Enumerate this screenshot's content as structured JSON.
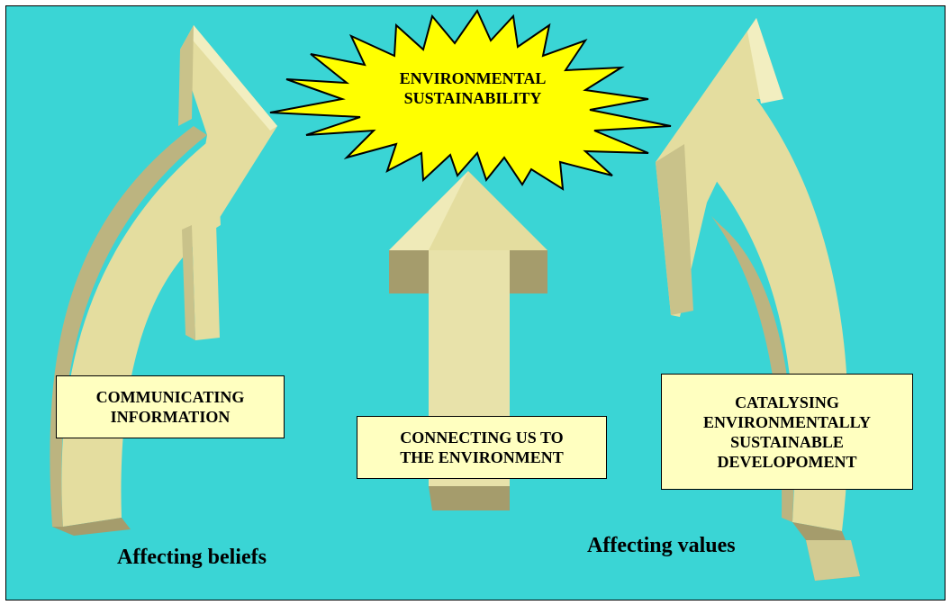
{
  "burst": {
    "line1": "ENVIRONMENTAL",
    "line2": "SUSTAINABILITY"
  },
  "left_box": {
    "line1": "COMMUNICATING",
    "line2": "INFORMATION"
  },
  "center_box": {
    "line1": "CONNECTING US TO",
    "line2": "THE ENVIRONMENT"
  },
  "right_box": {
    "line1": "CATALYSING",
    "line2": "ENVIRONMENTALLY",
    "line3": "SUSTAINABLE",
    "line4": "DEVELOPOMENT"
  },
  "captions": {
    "left": "Affecting beliefs",
    "right": "Affecting values"
  },
  "colors": {
    "background": "#3ad5d5",
    "arrow": "#e4dd9f",
    "arrow_shadow": "#a59c6c",
    "burst": "#ffff00",
    "box": "#ffffc0"
  }
}
